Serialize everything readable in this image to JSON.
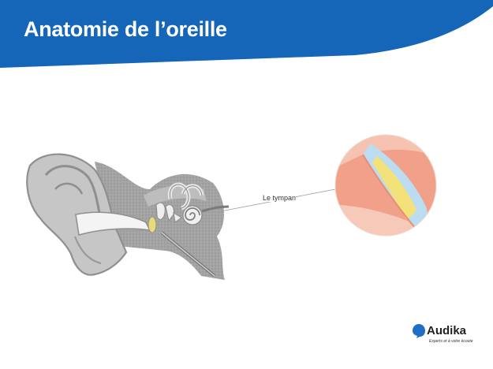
{
  "header": {
    "title": "Anatomie de l’oreille"
  },
  "diagram": {
    "callout_label": "Le tympan"
  },
  "brand": {
    "name": "Audika",
    "tagline": "Experts et à votre écoute"
  },
  "colors": {
    "header_blue": "#1565b8",
    "brand_blue": "#1e6fc4",
    "ear_gray": "#a9a9a9",
    "tympan_yellow": "#f3e27a",
    "tympan_blue": "#bcdcf2",
    "tissue_salmon": "#f29a83"
  }
}
